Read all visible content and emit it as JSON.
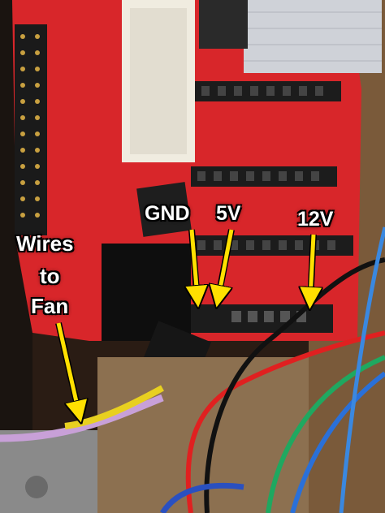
{
  "annotations": {
    "gnd": "GND",
    "five_v": "5V",
    "twelve_v": "12V",
    "wires": "Wires",
    "to": "to",
    "fan": "Fan"
  },
  "colors": {
    "pcb_red": "#d8262a",
    "arrow_yellow": "#ffe000",
    "wire_red": "#e02020",
    "wire_green": "#1fa860",
    "wire_blue": "#2a70d8",
    "wire_yellow": "#e8d020",
    "wire_purple": "#c8a0d8"
  }
}
